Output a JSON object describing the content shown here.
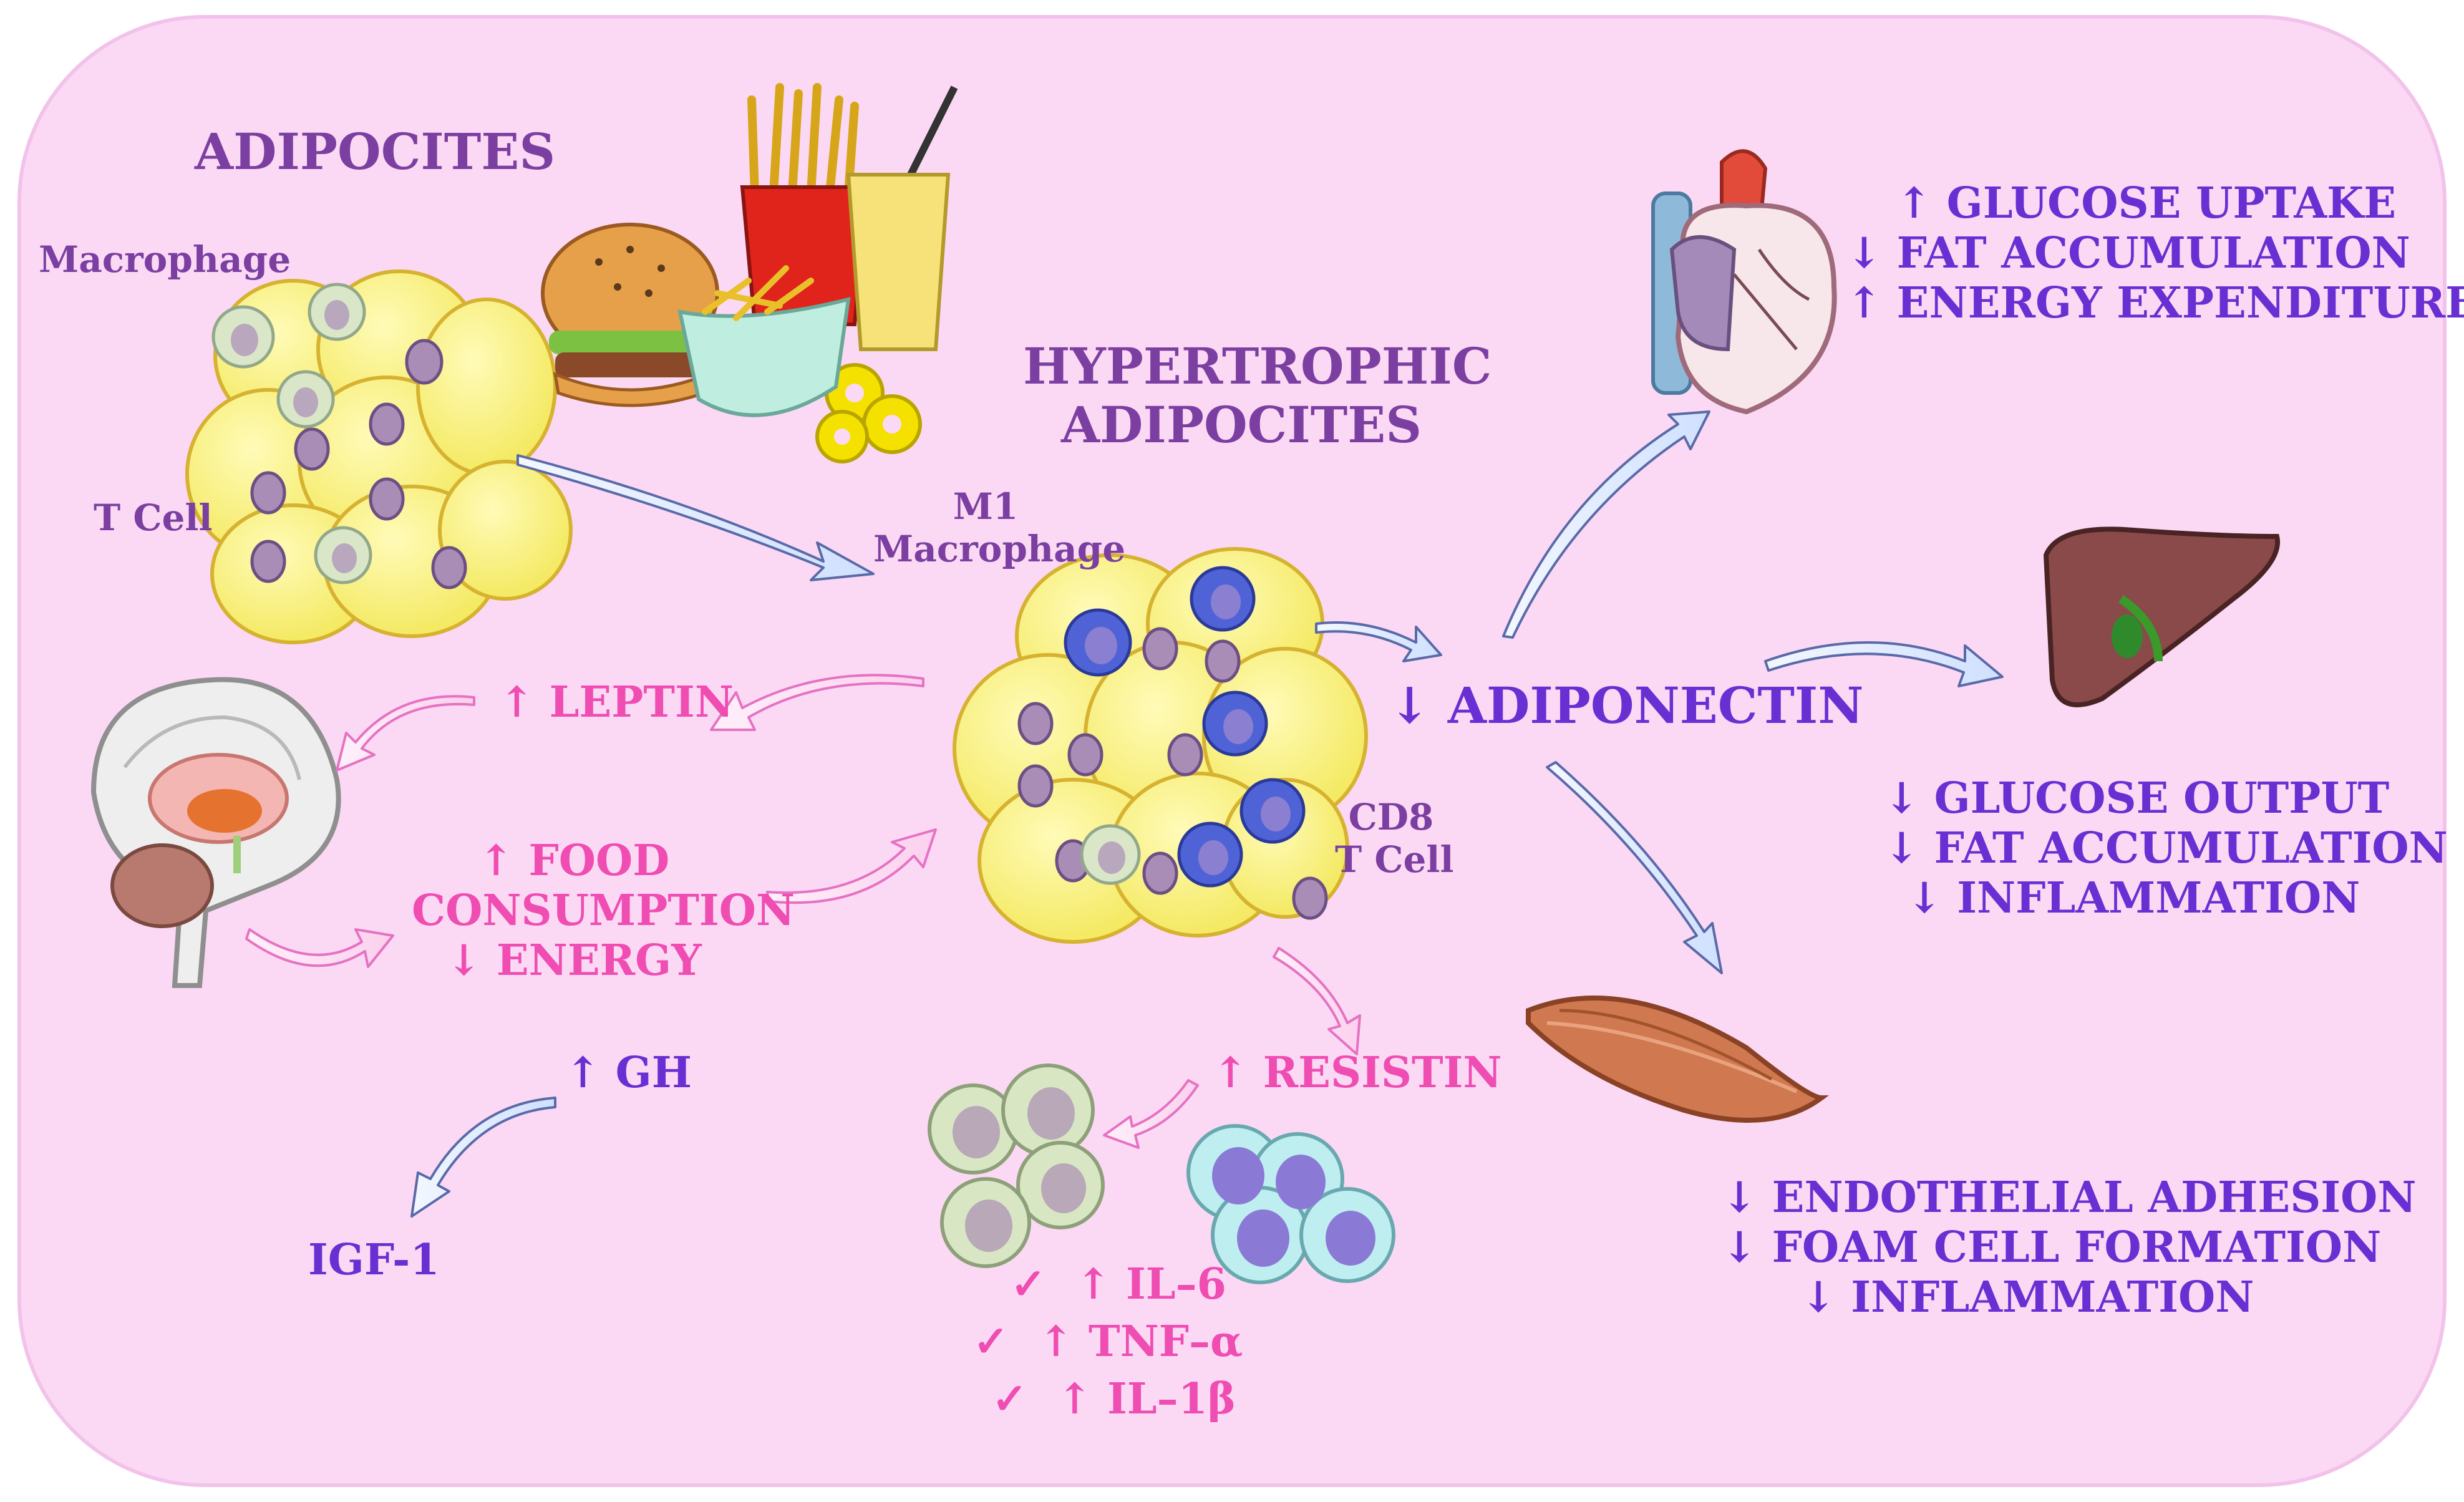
{
  "titles": {
    "adipocites": "ADIPOCITES",
    "hypertrophic_1": "HYPERTROPHIC",
    "hypertrophic_2": "ADIPOCITES"
  },
  "cell_labels": {
    "macrophage": "Macrophage",
    "t_cell": "T Cell",
    "m1_1": "M1",
    "m1_2": "Macrophage",
    "cd8_1": "CD8",
    "cd8_2": "T Cell"
  },
  "hormones": {
    "leptin": "↑ LEPTIN",
    "food_1": "↑ FOOD",
    "food_2": "CONSUMPTION",
    "food_3": "↓ ENERGY",
    "gh": "↑ GH",
    "igf": "IGF-1",
    "adiponectin": "↓ ADIPONECTIN",
    "resistin": "↑ RESISTIN"
  },
  "cytokines": [
    {
      "check": "✓",
      "label": "↑ IL–6"
    },
    {
      "check": "✓",
      "label": "↑ TNF–α"
    },
    {
      "check": "✓",
      "label": "↑ IL–1β"
    }
  ],
  "heart_effects": [
    "↑ GLUCOSE UPTAKE",
    "↓ FAT ACCUMULATION",
    "↑ ENERGY EXPENDITURE"
  ],
  "liver_effects": [
    "↓ GLUCOSE OUTPUT",
    "↓ FAT ACCUMULATION",
    "↓ INFLAMMATION"
  ],
  "vessel_effects": [
    "↓ ENDOTHELIAL  ADHESION",
    "↓ FOAM CELL FORMATION",
    "↓ INFLAMMATION"
  ],
  "colors": {
    "background": "#fbd9f4",
    "purple_text": "#7b3fa2",
    "violet_text": "#6a2fd2",
    "pink_text": "#ef4db2",
    "adipocyte": "#f8f07a",
    "arrow_blue": "#e6f0ff",
    "arrow_pink": "#fde2f4"
  },
  "icons": [
    "burger-icon",
    "fries-icon",
    "drink-icon",
    "brain-icon",
    "heart-icon",
    "liver-icon",
    "muscle-icon"
  ]
}
